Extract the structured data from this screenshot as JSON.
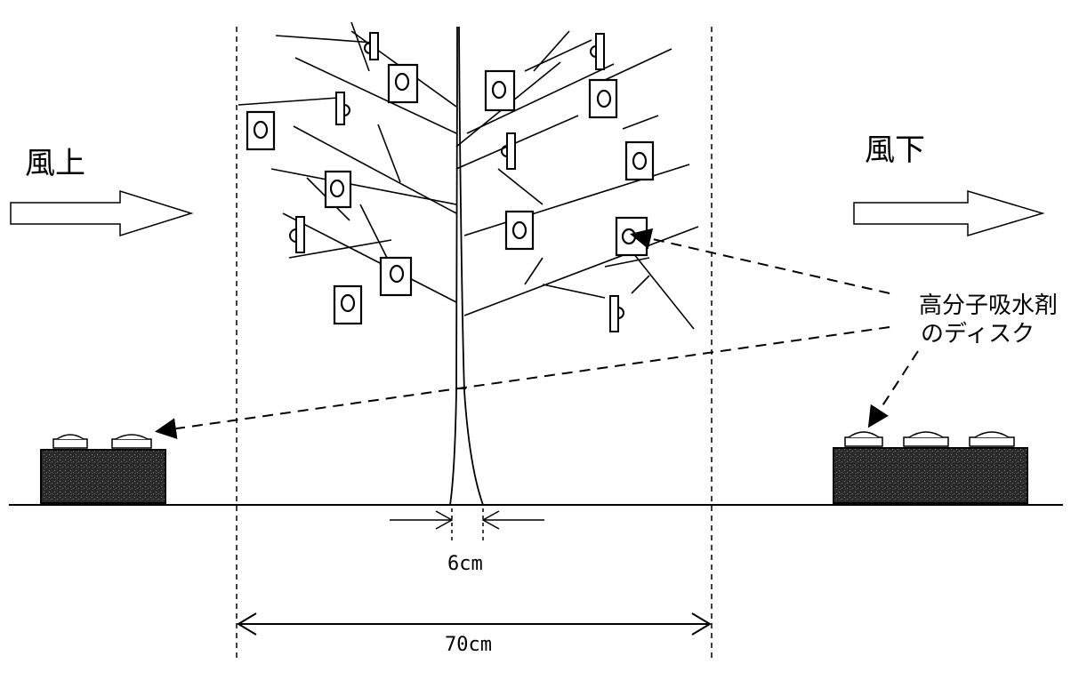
{
  "labels": {
    "upwind": "風上",
    "downwind": "風下",
    "disk_line1": "高分子吸水剤",
    "disk_line2": "のディスク",
    "trunk_width": "6cm",
    "canopy_width": "70cm"
  },
  "colors": {
    "line": "#000000",
    "pot_fill": "#2a2a2a",
    "background": "#ffffff"
  }
}
